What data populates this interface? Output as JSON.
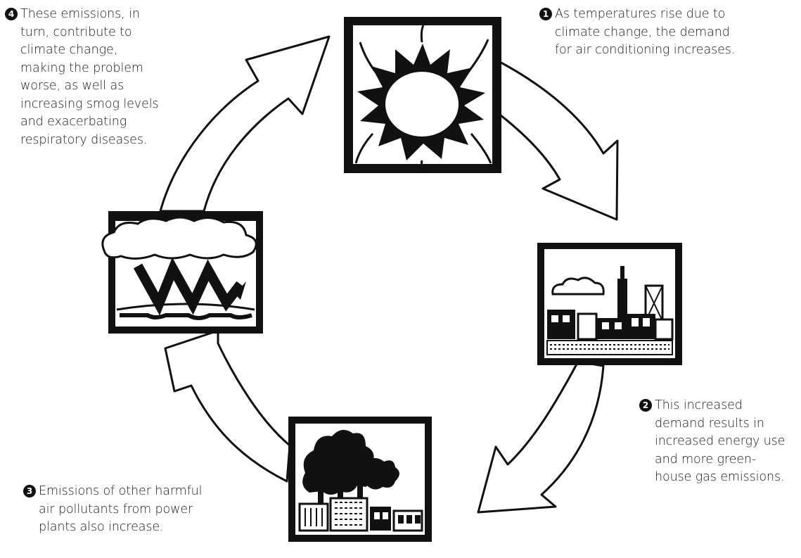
{
  "steps": [
    {
      "number": "1",
      "lines": [
        "As temperatures rise due to",
        "climate change, the demand",
        "for air conditioning increases."
      ]
    },
    {
      "number": "2",
      "lines": [
        "This increased",
        "demand results in",
        "increased energy use",
        "and more green-",
        "house gas emissions."
      ]
    },
    {
      "number": "3",
      "lines": [
        "Emissions of other harmful",
        "air pollutants from power",
        "plants also increase."
      ]
    },
    {
      "number": "4",
      "lines": [
        "These emissions, in",
        "turn, contribute to",
        "climate change,",
        "making the problem",
        "worse, as well as",
        "increasing smog levels",
        "and exacerbating",
        "respiratory diseases."
      ]
    }
  ],
  "icons": {
    "sun": "sun-icon",
    "city": "city-skyline-icon",
    "power_plant": "power-plant-smoke-icon",
    "smog": "smog-zigzag-icon"
  },
  "colors": {
    "ink": "#111111",
    "paper": "#ffffff"
  }
}
